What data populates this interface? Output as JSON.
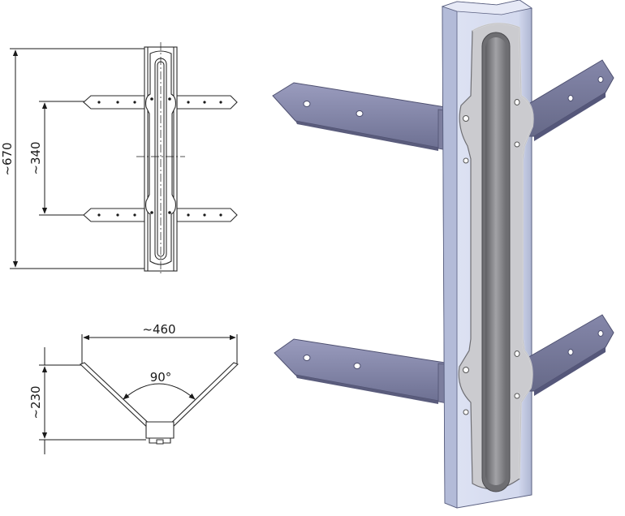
{
  "drawing": {
    "front_view": {
      "overall_height_label": "~670",
      "bracket_spacing_label": "~340"
    },
    "top_view": {
      "width_label": "~460",
      "depth_label": "~230",
      "angle_label": "90°"
    },
    "render_3d": {
      "colors": {
        "post_face": "#d6dcf0",
        "post_side": "#b8c0dc",
        "plate": "#c9c9cc",
        "plate_edge": "#7f7f84",
        "slot": "#8a8a8e",
        "arm": "#8d8fb0",
        "arm_dark": "#6f7194"
      }
    }
  }
}
